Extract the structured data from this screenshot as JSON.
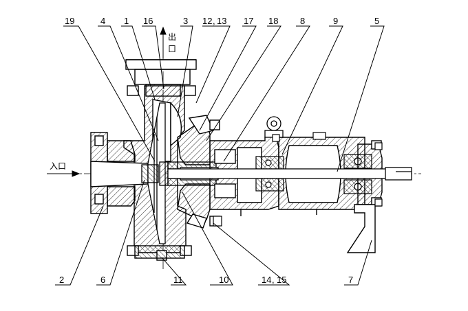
{
  "drawing": {
    "labels_top": [
      "19",
      "4",
      "1",
      "16",
      "3",
      "12",
      "13",
      "17",
      "18",
      "8",
      "9",
      "5"
    ],
    "labels_bottom": [
      "2",
      "6",
      "11",
      "10",
      "14",
      "15",
      "7"
    ],
    "outlet_text": "出口",
    "inlet_text": "入口"
  }
}
